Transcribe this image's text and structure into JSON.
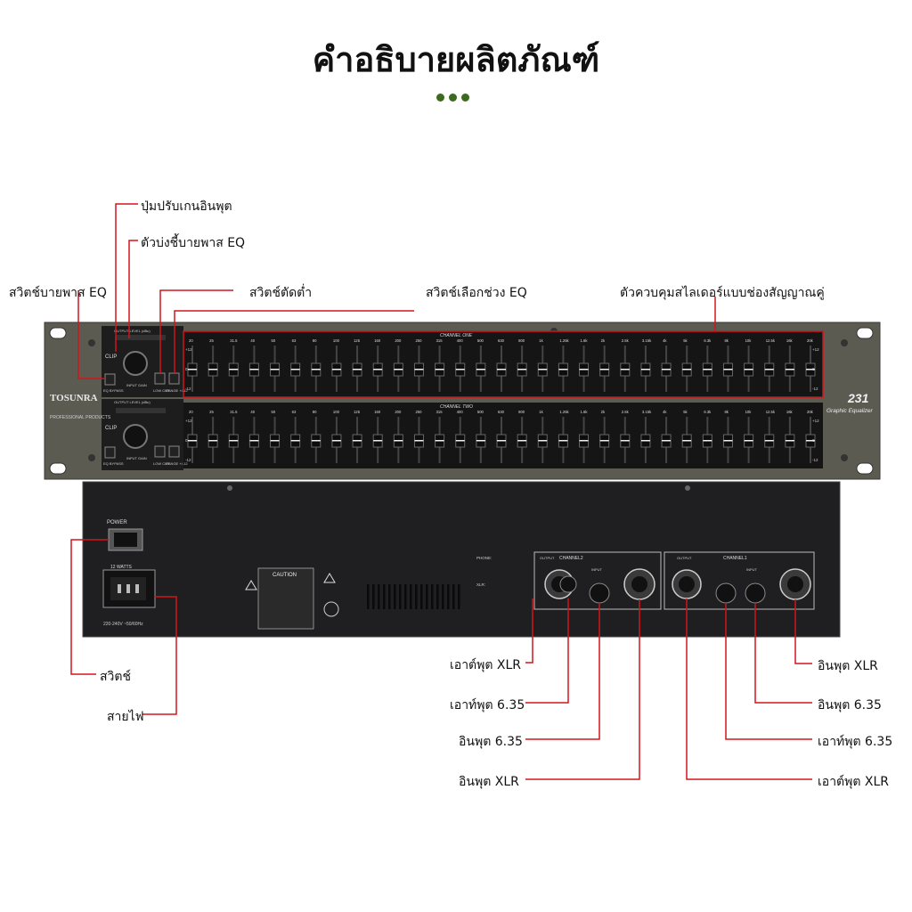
{
  "title": "คำอธิบายผลิตภัณฑ์",
  "colors": {
    "accent_green": "#3c6b1f",
    "callout_red": "#d2151b",
    "panel_gray": "#5b5b52",
    "rear_black": "#1f1f22"
  },
  "front_panel": {
    "brand": "TOSUNRA",
    "sub_brand": "PROFESSIONAL PRODUCTS",
    "model": "231",
    "model_desc": "Graphic Equalizer",
    "channel_one": "CHANNEL ONE",
    "channel_two": "CHANNEL TWO",
    "output_level": "OUTPUT LEVEL (dBu)",
    "clip": "CLIP",
    "eq_bypass": "EQ BYPASS",
    "input_gain": "INPUT GAIN",
    "low_cut": "LOW CUT",
    "range": "RANGE +/-12",
    "frequencies": [
      "20",
      "25",
      "31.5",
      "40",
      "50",
      "63",
      "80",
      "100",
      "125",
      "160",
      "200",
      "250",
      "315",
      "400",
      "500",
      "630",
      "800",
      "1k",
      "1.25k",
      "1.6k",
      "2k",
      "2.5k",
      "3.15k",
      "4k",
      "5k",
      "6.3k",
      "8k",
      "10k",
      "12.5k",
      "16k",
      "20k"
    ],
    "scale": [
      "+12",
      "0",
      "-12"
    ]
  },
  "rear_panel": {
    "power": "POWER",
    "watts": "12 WATTS",
    "voltage": "220-240V ~50/60Hz",
    "caution": "CAUTION",
    "channel2": "CHANNEL2",
    "channel1": "CHANNEL1",
    "output": "OUTPUT",
    "input": "INPUT",
    "phone": "PHONE:",
    "xlr": "XLR:"
  },
  "callouts": {
    "input_gain_knob": "ปุ่มปรับเกนอินพุต",
    "eq_bypass_indicator": "ตัวบ่งชี้บายพาส EQ",
    "eq_bypass_switch": "สวิตช์บายพาส EQ",
    "low_cut_switch": "สวิตช์ตัดต่ำ",
    "eq_range_switch": "สวิตช์เลือกช่วง EQ",
    "dual_slider": "ตัวควบคุมสไลเดอร์แบบช่องสัญญาณคู่",
    "switch": "สวิตช์",
    "power_cord": "สายไฟ",
    "xlr_output_l": "เอาต์พุต XLR",
    "out_635_l": "เอาท์พุต 6.35",
    "in_635_l": "อินพุต 6.35",
    "xlr_input_l": "อินพุต XLR",
    "xlr_input_r": "อินพุต XLR",
    "in_635_r": "อินพุต 6.35",
    "out_635_r": "เอาท์พุต 6.35",
    "xlr_output_r": "เอาต์พุต XLR"
  }
}
